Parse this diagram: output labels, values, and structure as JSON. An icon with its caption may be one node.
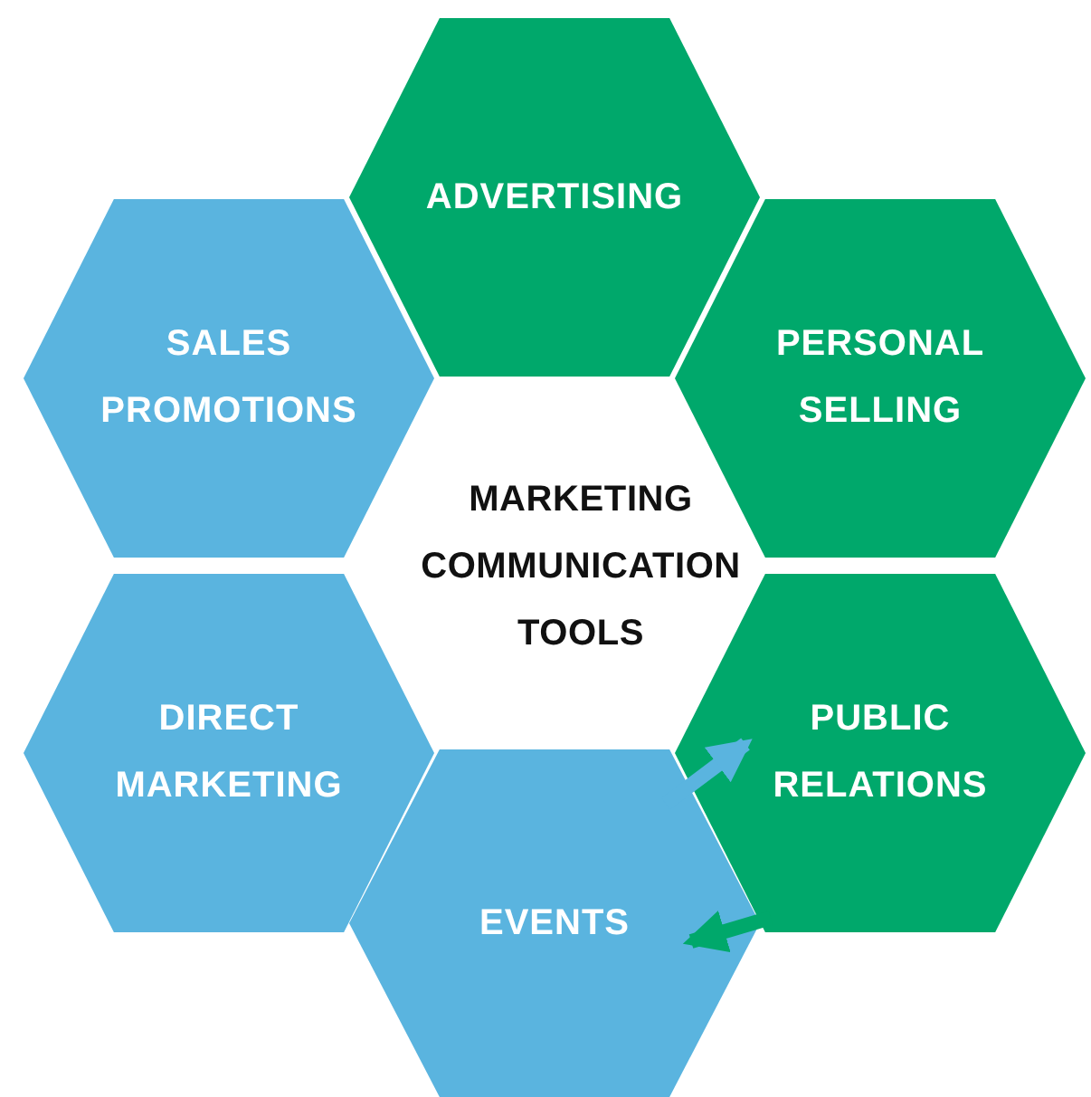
{
  "diagram": {
    "title": "MARKETING COMMUNICATION TOOLS",
    "nodes": [
      {
        "text": [
          "ADVERTISING"
        ]
      },
      {
        "text": [
          "SALES PROMOTIONS"
        ]
      },
      {
        "text": [
          "PERSONAL SELLING"
        ]
      },
      {
        "text": [
          "DIRECT MARKETING"
        ]
      },
      {
        "text": [
          "PUBLIC RELATIONS"
        ]
      },
      {
        "text": [
          "EVENTS"
        ]
      }
    ],
    "edges": [
      {
        "from": 5,
        "to": 4,
        "arrow": "to",
        "color": "#5ab4df"
      },
      {
        "from": 4,
        "to": 5,
        "arrow": "to",
        "color": "#00a86b"
      }
    ]
  }
}
